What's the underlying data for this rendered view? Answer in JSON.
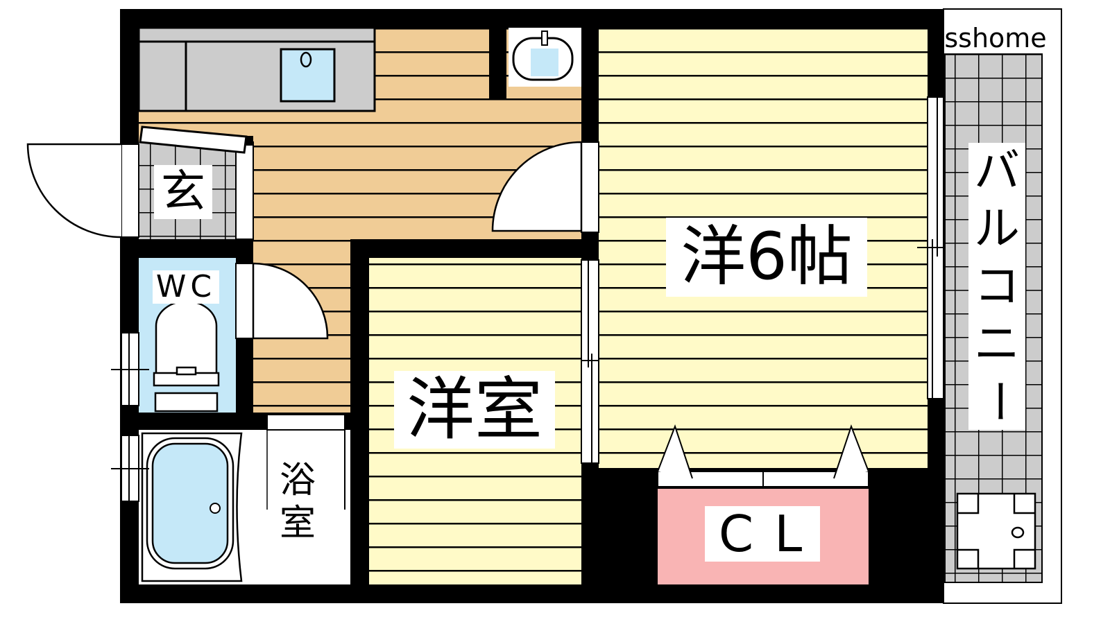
{
  "plan": {
    "watermark": "sshome",
    "rooms": {
      "entrance": "玄",
      "wc": "WC",
      "bath": [
        "浴",
        "室"
      ],
      "western_room": "洋室",
      "main_room": "洋6帖",
      "closet": "CL",
      "balcony": [
        "バ",
        "ル",
        "コ",
        "ニ",
        "ー"
      ]
    }
  },
  "colors": {
    "kitchen_floor": "#f0cc96",
    "room_floor": "#fffac8",
    "water": "#c5e8f8",
    "closet": "#f9b4b4",
    "tile": "#cccccc",
    "wall": "#000000"
  }
}
